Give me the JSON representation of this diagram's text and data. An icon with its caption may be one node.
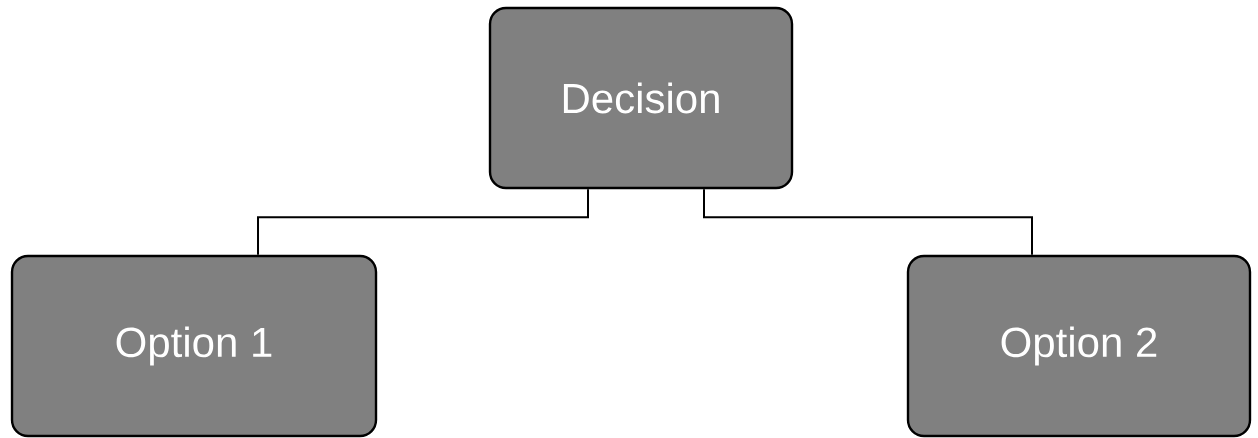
{
  "diagram": {
    "nodes": [
      {
        "text": [
          "Decision"
        ]
      },
      {
        "text": [
          "Option 1"
        ]
      },
      {
        "text": [
          "Option 2"
        ]
      }
    ],
    "edges": [
      {
        "from": 0,
        "to": 1,
        "arrow": "none"
      },
      {
        "from": 0,
        "to": 2,
        "arrow": "none"
      }
    ]
  }
}
